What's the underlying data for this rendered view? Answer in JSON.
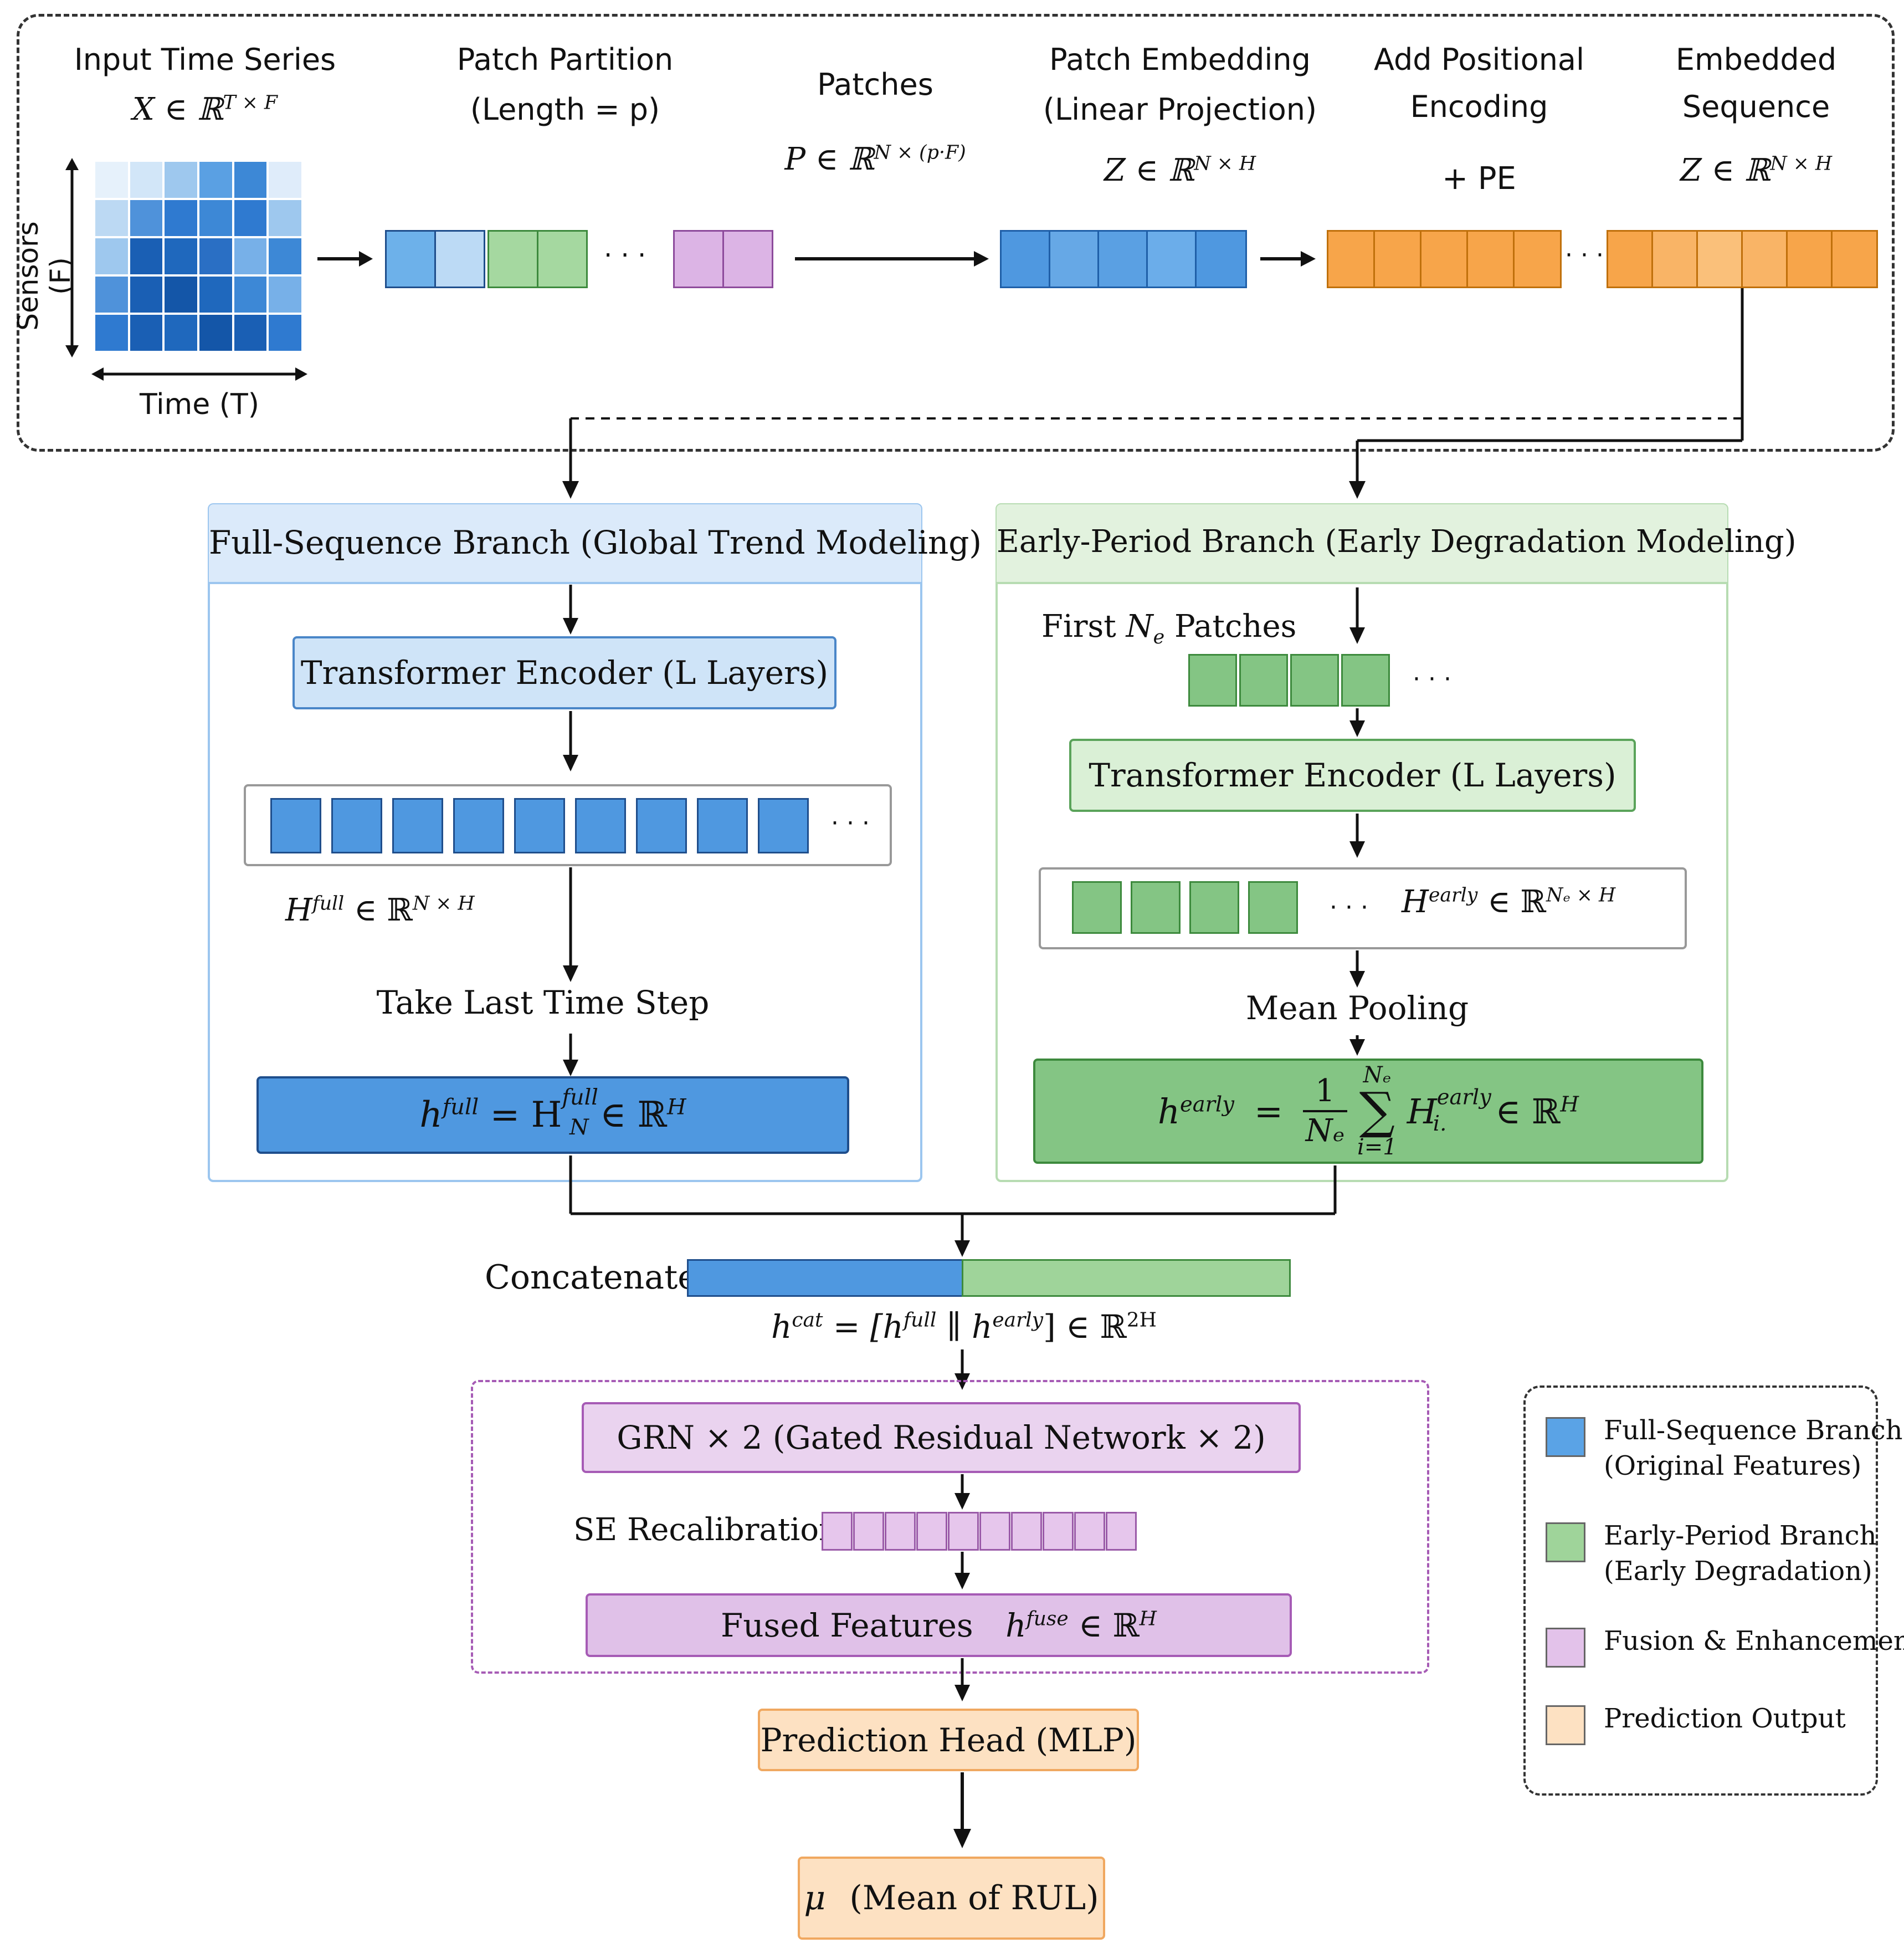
{
  "stage1": {
    "input_title": "Input Time Series",
    "input_math": "X ∈ ℝ",
    "input_sup": "T × F",
    "sensors_label": "Sensors (F)",
    "time_label": "Time (T)",
    "patch_partition_title": "Patch Partition",
    "patch_partition_sub": "(Length = p)",
    "patches_title": "Patches",
    "patches_math": "P ∈ ℝ",
    "patches_sup": "N × (p·F)",
    "patch_embedding_title": "Patch Embedding",
    "patch_embedding_sub": "(Linear Projection)",
    "patch_embedding_math": "Z ∈ ℝ",
    "patch_embedding_sup": "N × H",
    "pos_enc_title": "Add Positional",
    "pos_enc_sub": "Encoding",
    "pos_enc_math": "+ PE",
    "embedded_title": "Embedded",
    "embedded_sub": "Sequence",
    "embedded_math": "Z ∈ ℝ",
    "embedded_sup": "N × H",
    "ellipsis": "· · ·"
  },
  "full_branch": {
    "title": "Full-Sequence Branch (Global Trend Modeling)",
    "encoder": "Transformer Encoder (L Layers)",
    "hidden_math": "H",
    "hidden_sup": "full",
    "hidden_rest": " ∈ ℝ",
    "hidden_sup2": "N × H",
    "take_last": "Take Last Time Step",
    "out_h": "h",
    "out_sup": "full",
    "out_eq": " = H",
    "out_sub": "N",
    "out_sup2": "full",
    "out_rest": " ∈ ℝ",
    "out_sup3": "H",
    "ellipsis": "· · ·"
  },
  "early_branch": {
    "title": "Early-Period Branch (Early Degradation Modeling)",
    "first_patches": "First",
    "ne": "N",
    "ne_sub": "e",
    "patches_word": "Patches",
    "encoder": "Transformer Encoder (L Layers)",
    "hidden_math": "H",
    "hidden_sup": "early",
    "hidden_rest": " ∈ ℝ",
    "hidden_sup2": "Nₑ × H",
    "mean_pooling": "Mean Pooling",
    "out_h": "h",
    "out_sup": "early",
    "out_eq": "=",
    "frac_num": "1",
    "frac_den": "Nₑ",
    "sum": "∑",
    "sum_top": "Nₑ",
    "sum_bottom": "i=1",
    "out_H": "H",
    "out_H_sup": "early",
    "out_H_sub": "i.",
    "out_rest": "∈ ℝ",
    "out_sup3": "H",
    "ellipsis": "· · ·"
  },
  "concat": {
    "label": "Concatenate",
    "math_h": "h",
    "math_sup": "cat",
    "math_eq": " = [h",
    "math_sup2": "full",
    "math_mid": " ∥ h",
    "math_sup3": "early",
    "math_end": "] ∈ ℝ",
    "math_sup4": "2H"
  },
  "fusion": {
    "grn": "GRN × 2 (Gated Residual Network × 2)",
    "se": "SE Recalibration",
    "fused_label": "Fused Features",
    "fused_h": "h",
    "fused_sup": "fuse",
    "fused_rest": " ∈ ℝ",
    "fused_sup2": "H"
  },
  "head": {
    "prediction_head": "Prediction Head (MLP)",
    "output_mu": "μ",
    "output_text": "(Mean of RUL)"
  },
  "legend": {
    "items": [
      {
        "line1": "Full-Sequence Branch",
        "line2": "(Original Features)",
        "color": "#5aa3e6"
      },
      {
        "line1": "Early-Period Branch",
        "line2": "(Early Degradation)",
        "color": "#9fd49a"
      },
      {
        "line1": "Fusion & Enhancement",
        "line2": "",
        "color": "#e3c2ea"
      },
      {
        "line1": "Prediction Output",
        "line2": "",
        "color": "#fde1c2"
      }
    ]
  },
  "colors": {
    "blue": "#4f98e0",
    "green": "#84c584",
    "orange": "#f7a54a",
    "purple": "#e6c6ec"
  }
}
